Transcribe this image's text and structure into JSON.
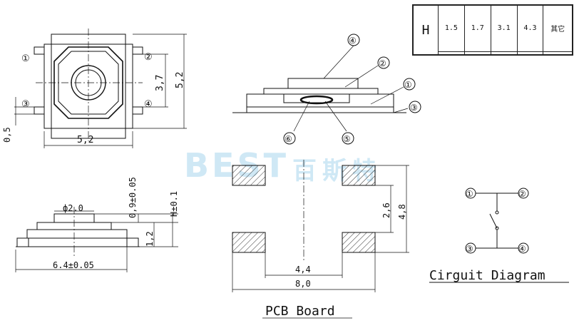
{
  "height_table": {
    "label": "H",
    "options": [
      "1.5",
      "1.7",
      "3.1",
      "4.3",
      "其它"
    ]
  },
  "top_view": {
    "pins": [
      "①",
      "②",
      "③",
      "④"
    ],
    "dim_inner_height": "3,7",
    "dim_outer_height": "5,2",
    "dim_width": "5,2",
    "dim_pin": "0,5"
  },
  "side_view": {
    "callouts": [
      "④",
      "②",
      "①",
      "③",
      "⑥",
      "⑤"
    ]
  },
  "profile_view": {
    "dim_button_dia": "ф2.0",
    "dim_travel": "0,9±0.05",
    "dim_h": "H±0.1",
    "dim_body": "1,2",
    "dim_length": "6.4±0.05"
  },
  "watermark": {
    "brand": "BEST",
    "cn": "百斯特"
  },
  "pcb_board": {
    "dim_inner_gap": "4,4",
    "dim_outer_width": "8,0",
    "dim_pad_gap": "2,6",
    "dim_height": "4,8",
    "title": "PCB Board"
  },
  "circuit": {
    "pins": [
      "①",
      "②",
      "③",
      "④"
    ],
    "title": "Cirguit Diagram"
  }
}
